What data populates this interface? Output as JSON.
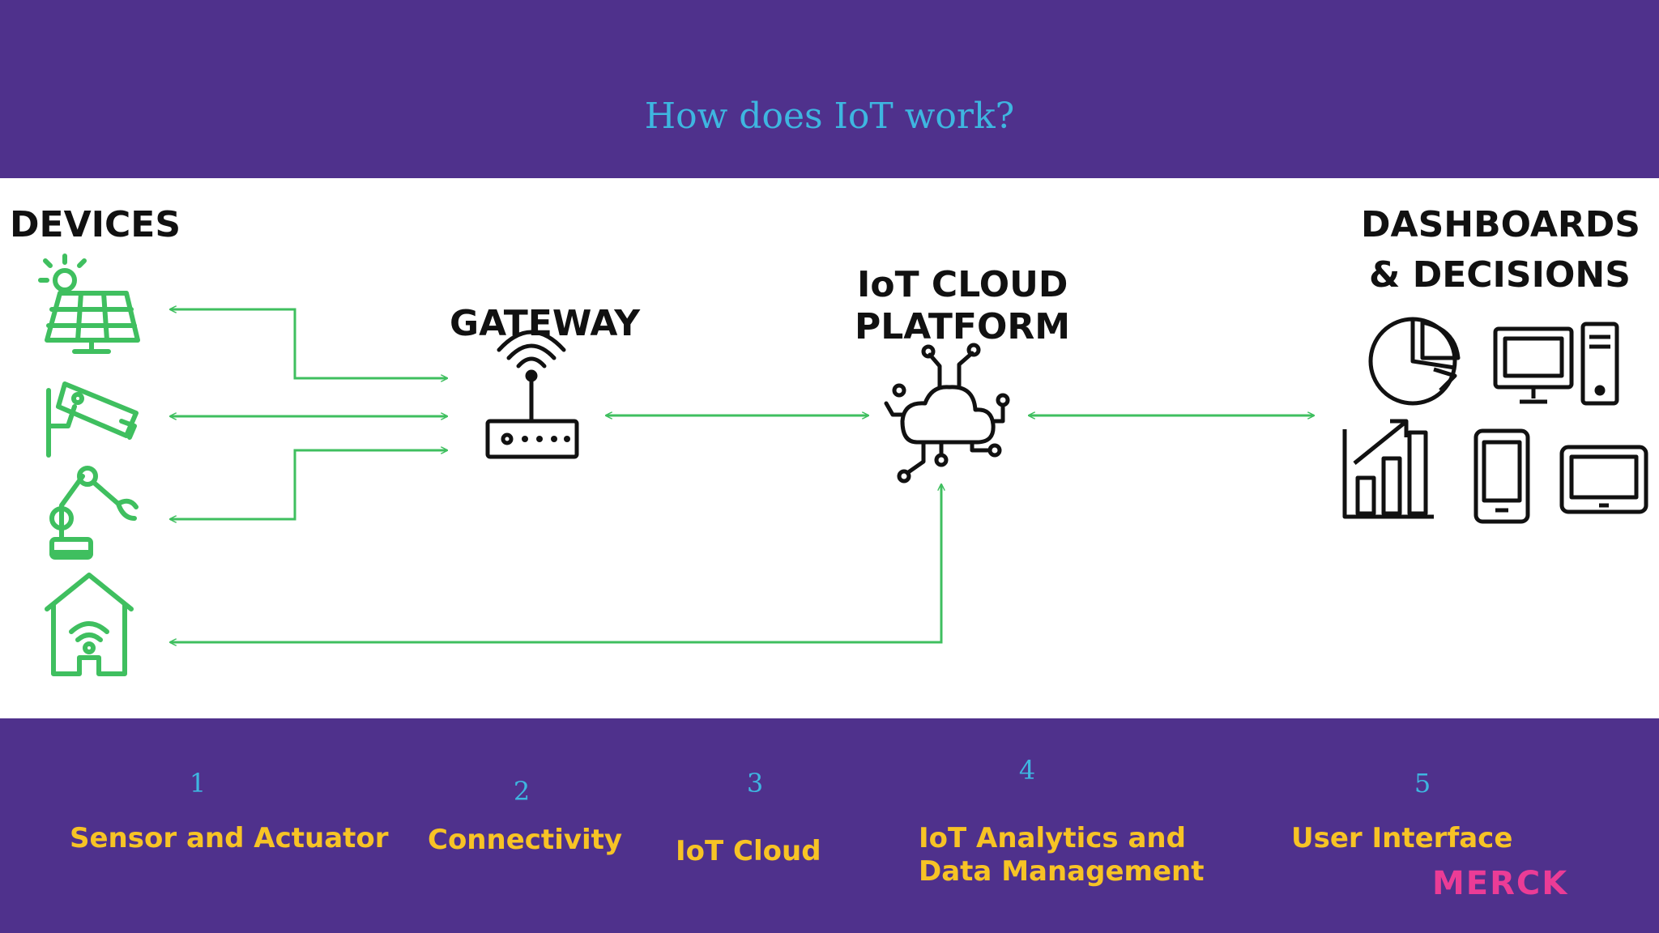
{
  "title": "How does IoT work?",
  "diagram": {
    "devices_label": "DEVICES",
    "gateway_label": "GATEWAY",
    "cloud_label_line1": "IoT CLOUD",
    "cloud_label_line2": "PLATFORM",
    "dashboards_label_line1": "DASHBOARDS",
    "dashboards_label_line2": "& DECISIONS"
  },
  "steps": [
    {
      "number": "1",
      "label": "Sensor and Actuator"
    },
    {
      "number": "2",
      "label": "Connectivity"
    },
    {
      "number": "3",
      "label": "IoT Cloud"
    },
    {
      "number": "4",
      "label_line1": "IoT Analytics and",
      "label_line2": "Data Management"
    },
    {
      "number": "5",
      "label": "User Interface"
    }
  ],
  "brand": "MERCK",
  "colors": {
    "background": "#4f318c",
    "title": "#3eb6e0",
    "accent_green": "#3fbf5f",
    "step_label": "#f7c325",
    "brand": "#eb3c96"
  },
  "icons": [
    "solar-panel-icon",
    "security-camera-icon",
    "robot-arm-icon",
    "smart-home-icon",
    "router-icon",
    "cloud-network-icon",
    "pie-chart-icon",
    "desktop-computer-icon",
    "bar-chart-icon",
    "smartphone-icon",
    "tablet-icon"
  ]
}
